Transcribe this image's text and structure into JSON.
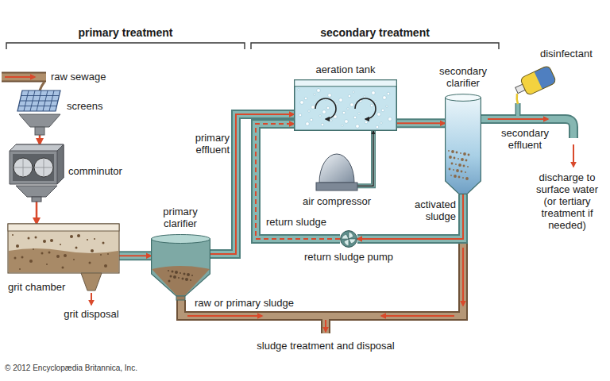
{
  "diagram": {
    "nodes": [
      {
        "text": [
          "screens"
        ]
      },
      {
        "text": [
          "comminutor"
        ]
      },
      {
        "text": [
          "grit chamber"
        ]
      },
      {
        "text": [
          "primary clarifier"
        ]
      },
      {
        "text": [
          "aeration tank"
        ]
      },
      {
        "text": [
          "air compressor"
        ]
      },
      {
        "text": [
          "secondary clarifier"
        ]
      },
      {
        "text": [
          "return sludge pump"
        ]
      },
      {
        "text": [
          "disinfectant"
        ]
      }
    ],
    "edges": [
      {
        "from": 0,
        "to": 1,
        "arrow": "to"
      },
      {
        "from": 1,
        "to": 2,
        "arrow": "to"
      },
      {
        "from": 2,
        "to": 3,
        "arrow": "to"
      },
      {
        "from": 3,
        "to": 4,
        "label": "primary effluent",
        "arrow": "to"
      },
      {
        "from": 4,
        "to": 6,
        "arrow": "to"
      },
      {
        "from": 5,
        "to": 4,
        "arrow": "to"
      },
      {
        "from": 6,
        "to": 7,
        "label": "activated sludge",
        "arrow": "to"
      },
      {
        "from": 7,
        "to": 4,
        "label": "return sludge",
        "arrow": "to"
      }
    ],
    "labels": [
      "primary treatment",
      "secondary treatment",
      "raw sewage",
      "grit disposal",
      "raw or primary sludge",
      "sludge treatment and disposal",
      "secondary effluent",
      "discharge to surface water (or tertiary treatment if needed)",
      "© 2012 Encyclopædia Britannica, Inc."
    ]
  }
}
